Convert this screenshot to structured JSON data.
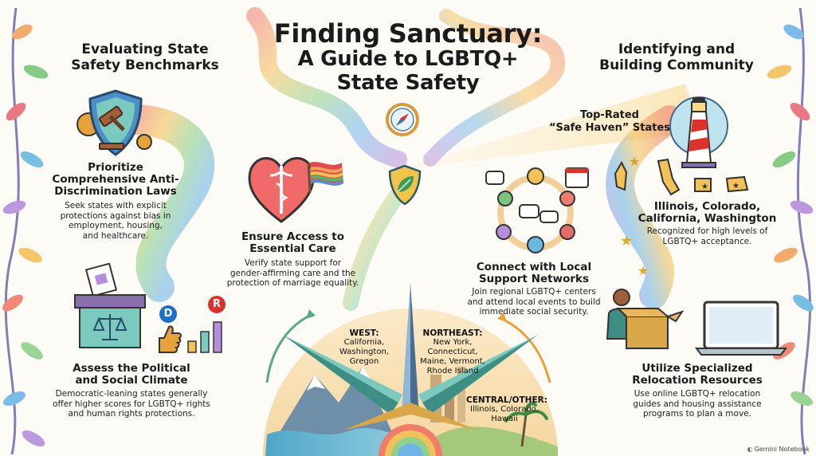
{
  "title": {
    "line1": "Finding Sanctuary:",
    "line2": "A Guide to LGBTQ+",
    "line3": "State Safety"
  },
  "left_heading": {
    "line1": "Evaluating State",
    "line2": "Safety Benchmarks"
  },
  "right_heading": {
    "line1": "Identifying and",
    "line2": "Building Community"
  },
  "items": {
    "laws": {
      "title_line1": "Prioritize",
      "title_line2": "Comprehensive Anti-",
      "title_line3": "Discrimination Laws",
      "desc_line1": "Seek states with explicit",
      "desc_line2": "protections against bias in",
      "desc_line3": "employment, housing,",
      "desc_line4": "and healthcare."
    },
    "care": {
      "title_line1": "Ensure Access to",
      "title_line2": "Essential Care",
      "desc_line1": "Verify state support for",
      "desc_line2": "gender-affirming care and the",
      "desc_line3": "protection of marriage equality."
    },
    "climate": {
      "title_line1": "Assess the Political",
      "title_line2": "and Social Climate",
      "desc_line1": "Democratic-leaning states generally",
      "desc_line2": "offer higher scores for LGBTQ+ rights",
      "desc_line3": "and human rights protections."
    },
    "networks": {
      "title_line1": "Connect with Local",
      "title_line2": "Support Networks",
      "desc_line1": "Join regional LGBTQ+ centers",
      "desc_line2": "and attend local events to build",
      "desc_line3": "immediate social security."
    },
    "states": {
      "title_line1": "Illinois, Colorado,",
      "title_line2": "California, Washington",
      "desc_line1": "Recognized for high levels of",
      "desc_line2": "LGBTQ+ acceptance."
    },
    "relocation": {
      "title_line1": "Utilize Specialized",
      "title_line2": "Relocation Resources",
      "desc_line1": "Use online LGBTQ+ relocation",
      "desc_line2": "guides and housing assistance",
      "desc_line3": "programs to plan a move."
    }
  },
  "callout": {
    "line1": "Top-Rated",
    "line2": "“Safe Haven” States"
  },
  "regions": {
    "west": {
      "title": "WEST:",
      "line1": "California,",
      "line2": "Washington,",
      "line3": "Gregon"
    },
    "northeast": {
      "title": "NORTHEAST:",
      "line1": "New York,",
      "line2": "Connecticut,",
      "line3": "Maine, Vermont,",
      "line4": "Rhode Island"
    },
    "central": {
      "title": "CENTRAL/OTHER:",
      "line1": "Illinois, Colorado,",
      "line2": "Hawaii"
    }
  },
  "badges": {
    "d": "D",
    "r": "R"
  },
  "watermark": "Gemini Notebook",
  "colors": {
    "blue": "#1f6fc4",
    "red": "#d8342c",
    "accent": "#e8a23a",
    "purple": "#7b5fb5"
  },
  "icons": [
    "compass-icon",
    "gavel-shield-icon",
    "heart-caduceus-icon",
    "ballot-box-icon",
    "lighthouse-icon",
    "community-circle-icon",
    "laptop-icon",
    "box-icon",
    "leaf-shield-icon",
    "star-icon"
  ]
}
